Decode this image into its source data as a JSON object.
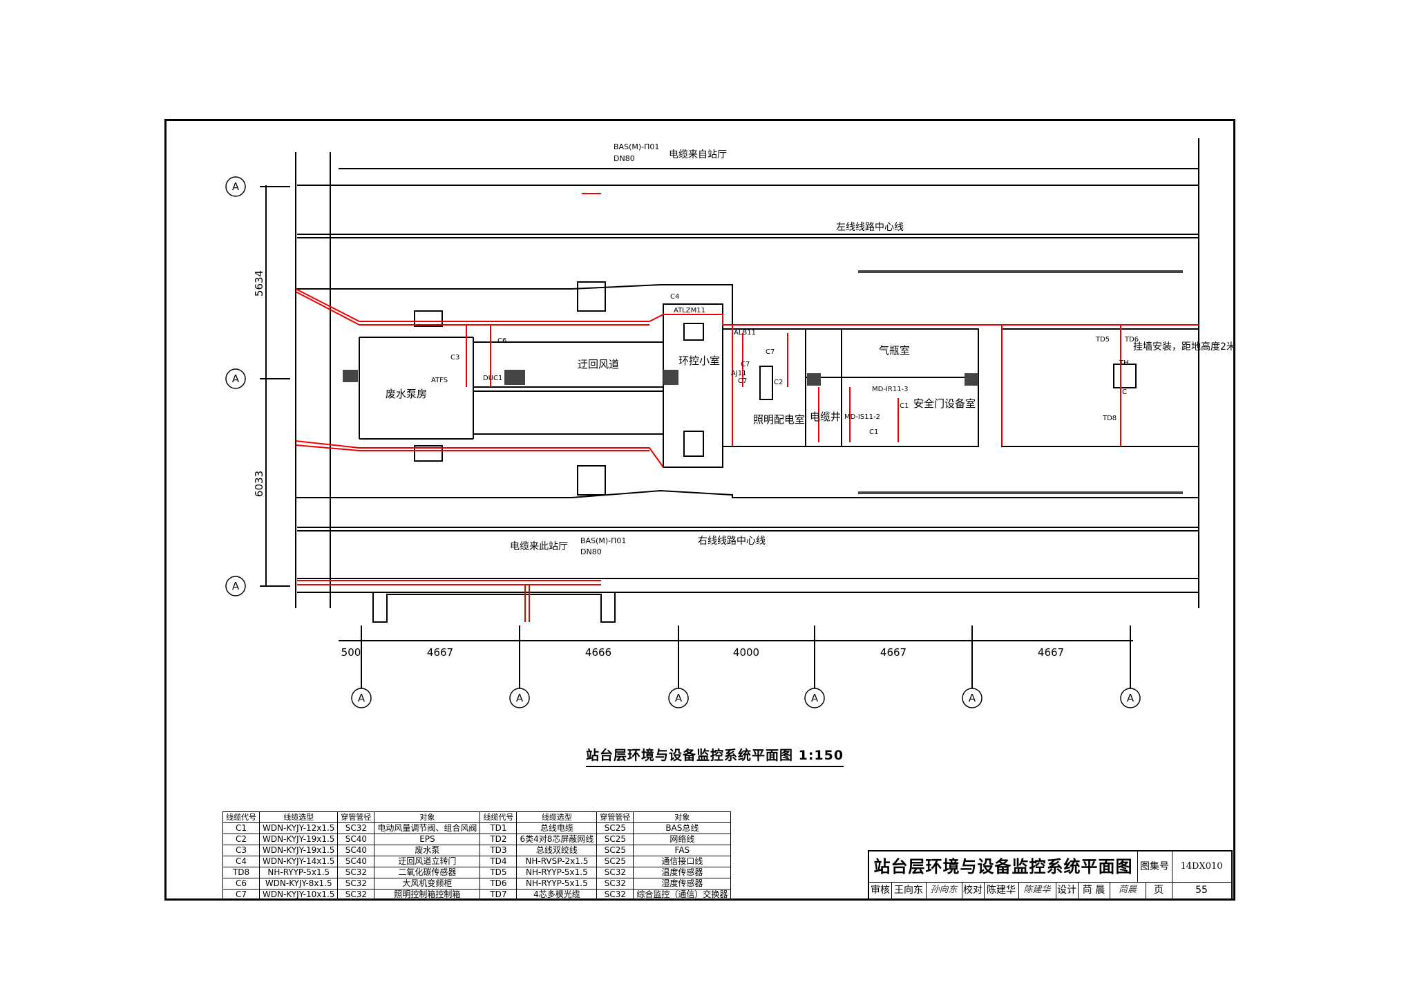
{
  "labels": {
    "cable_from_hall_top": "电缆来自站厅",
    "cable_from_hall_bottom": "电缆来此站厅",
    "bas_ref_top": "BAS(M)-П01",
    "bas_ref_bottom": "BAS(M)-П01",
    "dn_top": "DN80",
    "dn_bottom": "DN80",
    "left_center_line": "左线线路中心线",
    "right_center_line": "右线线路中心线",
    "mount_note": "挂墙安装，距地高度2米"
  },
  "rooms": {
    "drain_pump": "废水泵房",
    "return_duct": "迂回风道",
    "env_control": "环控小室",
    "lighting_dist": "照明配电室",
    "cable_shaft": "电缆井",
    "gas_room": "气瓶室",
    "psd_room": "安全门设备室"
  },
  "device_tags": {
    "atfs": "ATFS",
    "duc1": "DUC1",
    "atlzm": "ATLZM11",
    "aji": "AJ11",
    "alb": "ALB11",
    "md_a": "MD-IR11-3",
    "md_b": "MD-IS11-2",
    "th": "TH",
    "c_box": "C"
  },
  "cable_tags": [
    "C1",
    "C1",
    "C2",
    "C3",
    "C4",
    "C6",
    "C7",
    "C7",
    "C7",
    "TD5",
    "TD6",
    "TD8"
  ],
  "axis": {
    "marker": "A",
    "top_dim": "5634",
    "bottom_dim": "6033",
    "spans": [
      "500",
      "4667",
      "4666",
      "4000",
      "4667",
      "4667"
    ]
  },
  "plan_title": "站台层环境与设备监控系统平面图  1:150",
  "legend": {
    "headers": [
      "线缆代号",
      "线缆选型",
      "穿管管径",
      "对象",
      "线缆代号",
      "线缆选型",
      "穿管管径",
      "对象"
    ],
    "rows": [
      [
        "C1",
        "WDN-KYJY-12x1.5",
        "SC32",
        "电动风量调节阀、组合风阀",
        "TD1",
        "总线电缆",
        "SC25",
        "BAS总线"
      ],
      [
        "C2",
        "WDN-KYJY-19x1.5",
        "SC40",
        "EPS",
        "TD2",
        "6类4对8芯屏蔽网线",
        "SC25",
        "网络线"
      ],
      [
        "C3",
        "WDN-KYJY-19x1.5",
        "SC40",
        "废水泵",
        "TD3",
        "总线双绞线",
        "SC25",
        "FAS"
      ],
      [
        "C4",
        "WDN-KYJY-14x1.5",
        "SC40",
        "迂回风道立转门",
        "TD4",
        "NH-RVSP-2x1.5",
        "SC25",
        "通信接口线"
      ],
      [
        "TD8",
        "NH-RYYP-5x1.5",
        "SC32",
        "二氧化碳传感器",
        "TD5",
        "NH-RYYP-5x1.5",
        "SC32",
        "温度传感器"
      ],
      [
        "C6",
        "WDN-KYJY-8x1.5",
        "SC32",
        "大风机变频柜",
        "TD6",
        "NH-RYYP-5x1.5",
        "SC32",
        "湿度传感器"
      ],
      [
        "C7",
        "WDN-KYJY-10x1.5",
        "SC32",
        "照明控制箱控制箱",
        "TD7",
        "4芯多模光缆",
        "SC32",
        "综合监控（通信）交换器"
      ]
    ]
  },
  "title_block": {
    "title": "站台层环境与设备监控系统平面图",
    "atlas_label": "图集号",
    "atlas_no": "14DX010",
    "review_label": "审核",
    "reviewer": "王向东",
    "check_label": "校对",
    "checker": "陈建华",
    "design_label": "设计",
    "designer": "苘 晨",
    "page_label": "页",
    "page_no": "55"
  }
}
